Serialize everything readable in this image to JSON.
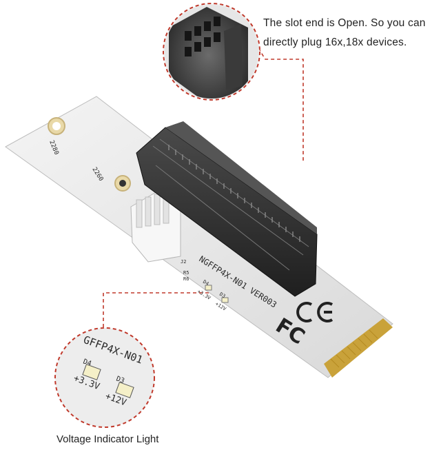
{
  "callouts": {
    "top_line1": "The slot end is Open. So you can",
    "top_line2": "directly plug 16x,18x devices.",
    "bottom": "Voltage Indicator Light"
  },
  "board_silkscreen": {
    "model": "NGFFP4X-N01 VER003",
    "model_zoom": "GFFP4X-N01",
    "hole_2280": "2280",
    "hole_2260": "2260",
    "led_d4": "D4",
    "led_d3": "D3",
    "v33": "+3.3V",
    "v12": "+12V",
    "r5": "R5",
    "r6": "R6",
    "j2": "J2"
  },
  "colors": {
    "dashed_line": "#c0392b",
    "board": "#ededed",
    "slot": "#2e2e2e",
    "gold": "#c9a23a"
  }
}
